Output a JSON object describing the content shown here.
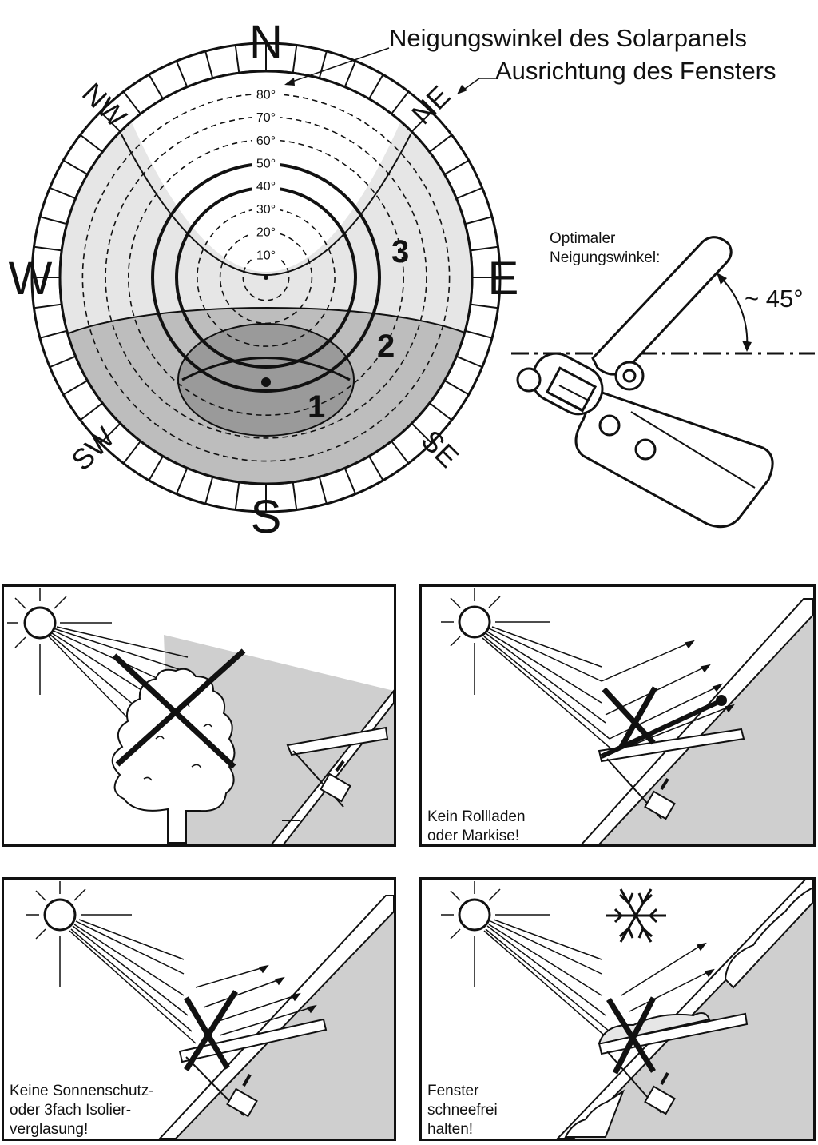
{
  "compass": {
    "directions": {
      "N": "N",
      "NE": "NE",
      "E": "E",
      "SE": "SE",
      "S": "S",
      "SW": "SW",
      "W": "W",
      "NW": "NW"
    },
    "angles": [
      "10°",
      "20°",
      "30°",
      "40°",
      "50°",
      "60°",
      "70°",
      "80°"
    ],
    "zones": [
      "1",
      "2",
      "3"
    ],
    "label_tilt": "Neigungswinkel des Solarpanels",
    "label_orientation": "Ausrichtung des Fensters"
  },
  "optimal": {
    "label": "Optimaler\nNeigungswinkel:",
    "angle": "~ 45°"
  },
  "panels": [
    {
      "caption": ""
    },
    {
      "caption": "Kein Rollladen\noder Markise!"
    },
    {
      "caption": "Keine Sonnenschutz-\noder 3fach Isolier-\nverglasung!"
    },
    {
      "caption": "Fenster\nschneefrei\nhalten!"
    }
  ],
  "colors": {
    "light_gray": "#e6e6e6",
    "mid_gray": "#bdbdbd",
    "dark_gray": "#9a9a9a",
    "line": "#111111"
  }
}
